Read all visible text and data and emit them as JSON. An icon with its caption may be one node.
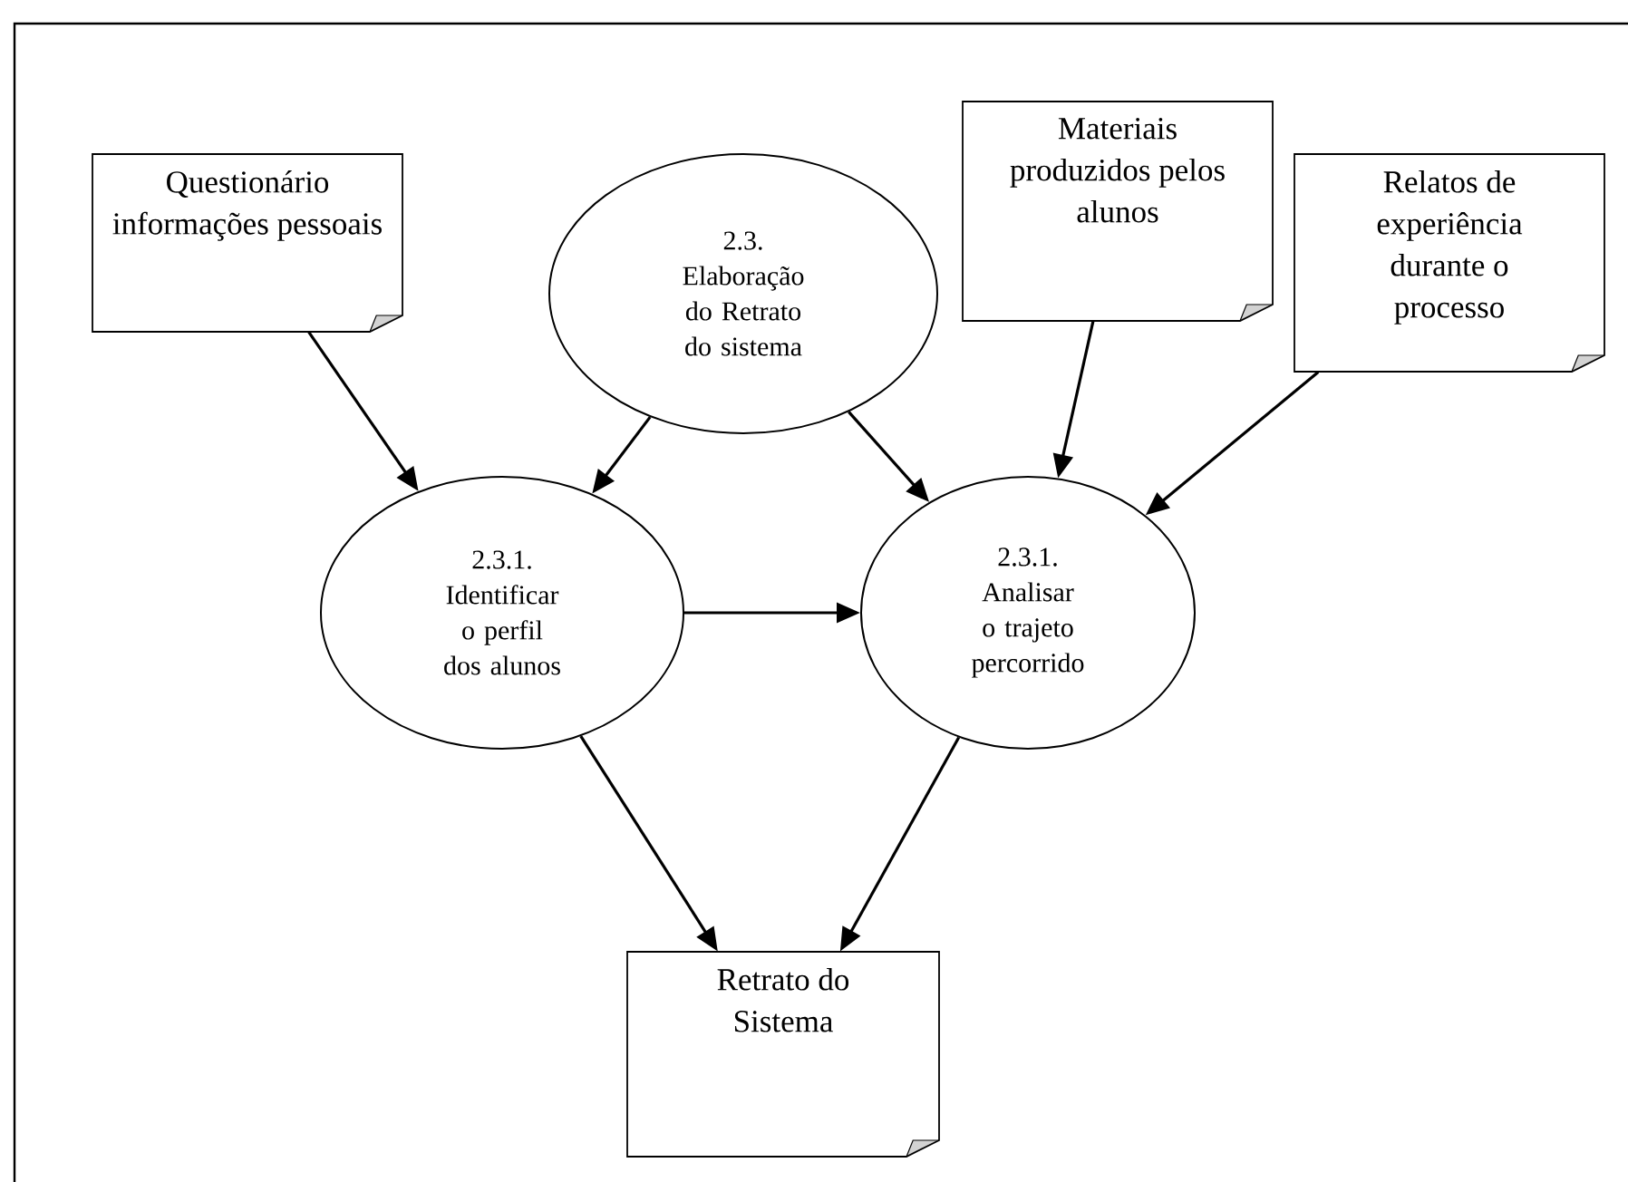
{
  "diagram": {
    "nodes": [
      {
        "text": [
          "Questionário informações pessoais"
        ]
      },
      {
        "text": [
          "2.3. Elaboração do Retrato do sistema"
        ]
      },
      {
        "text": [
          "Materiais produzidos pelos alunos"
        ]
      },
      {
        "text": [
          "Relatos de experiência durante o processo"
        ]
      },
      {
        "text": [
          "2.3.1. Identificar o perfil dos alunos"
        ]
      },
      {
        "text": [
          "2.3.1. Analisar o trajeto percorrido"
        ]
      },
      {
        "text": [
          "Retrato do Sistema"
        ]
      }
    ],
    "edges": [
      {
        "from": 0,
        "to": 4,
        "arrow": "to"
      },
      {
        "from": 1,
        "to": 4,
        "arrow": "to"
      },
      {
        "from": 1,
        "to": 5,
        "arrow": "to"
      },
      {
        "from": 2,
        "to": 5,
        "arrow": "to"
      },
      {
        "from": 3,
        "to": 5,
        "arrow": "to"
      },
      {
        "from": 4,
        "to": 5,
        "arrow": "to"
      },
      {
        "from": 4,
        "to": 6,
        "arrow": "to"
      },
      {
        "from": 5,
        "to": 6,
        "arrow": "to"
      }
    ]
  }
}
